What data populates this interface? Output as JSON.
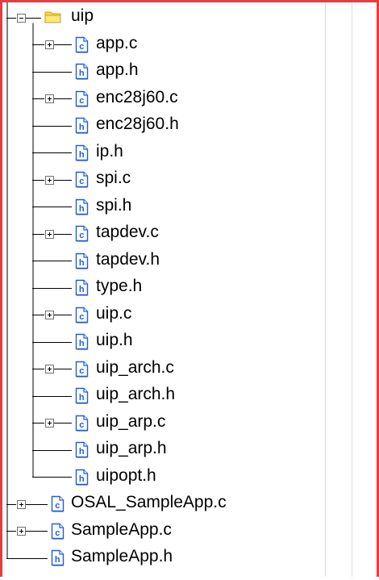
{
  "tree": {
    "folder": {
      "label": "uip",
      "expanded": true,
      "icon": "folder-icon"
    },
    "children": [
      {
        "label": "app.c",
        "type": "c",
        "expandable": true
      },
      {
        "label": "app.h",
        "type": "h",
        "expandable": false
      },
      {
        "label": "enc28j60.c",
        "type": "c",
        "expandable": true
      },
      {
        "label": "enc28j60.h",
        "type": "h",
        "expandable": false
      },
      {
        "label": "ip.h",
        "type": "h",
        "expandable": false
      },
      {
        "label": "spi.c",
        "type": "c",
        "expandable": true
      },
      {
        "label": "spi.h",
        "type": "h",
        "expandable": false
      },
      {
        "label": "tapdev.c",
        "type": "c",
        "expandable": true
      },
      {
        "label": "tapdev.h",
        "type": "h",
        "expandable": false
      },
      {
        "label": "type.h",
        "type": "h",
        "expandable": false
      },
      {
        "label": "uip.c",
        "type": "c",
        "expandable": true
      },
      {
        "label": "uip.h",
        "type": "h",
        "expandable": false
      },
      {
        "label": "uip_arch.c",
        "type": "c",
        "expandable": true
      },
      {
        "label": "uip_arch.h",
        "type": "h",
        "expandable": false
      },
      {
        "label": "uip_arp.c",
        "type": "c",
        "expandable": true
      },
      {
        "label": "uip_arp.h",
        "type": "h",
        "expandable": false
      },
      {
        "label": "uipopt.h",
        "type": "h",
        "expandable": false
      }
    ],
    "siblings": [
      {
        "label": "OSAL_SampleApp.c",
        "type": "c",
        "expandable": true
      },
      {
        "label": "SampleApp.c",
        "type": "c",
        "expandable": true
      },
      {
        "label": "SampleApp.h",
        "type": "h",
        "expandable": false
      }
    ]
  },
  "colors": {
    "frame_border": "#ee3a3a",
    "file_icon_blue": "#1f5fd6",
    "folder_yellow": "#f7d84a",
    "tree_line": "#000000"
  }
}
